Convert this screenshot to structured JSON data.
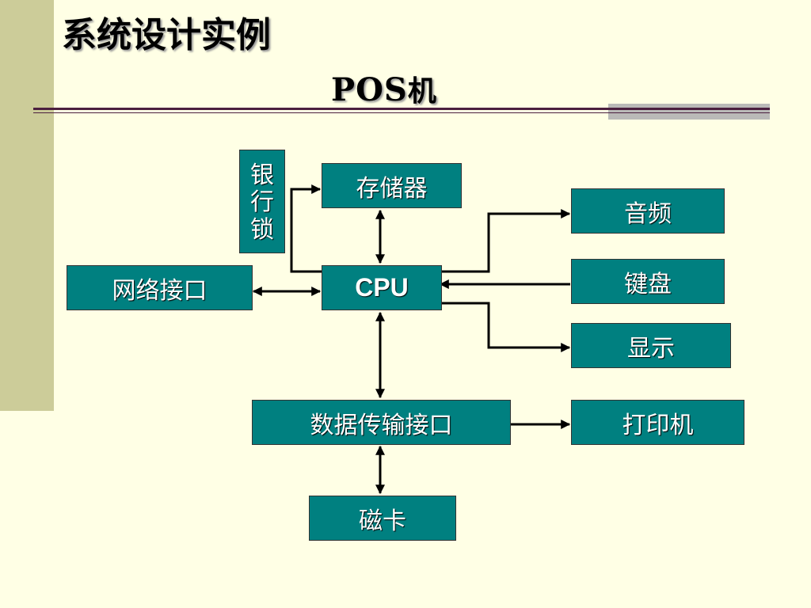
{
  "slide": {
    "title": "系统设计实例",
    "subtitle_prefix": "POS",
    "subtitle_suffix": "机"
  },
  "diagram": {
    "nodes": {
      "bank_lock": {
        "label": "银行锁",
        "chars": [
          "银",
          "行",
          "锁"
        ]
      },
      "memory": {
        "label": "存储器"
      },
      "audio": {
        "label": "音频"
      },
      "network": {
        "label": "网络接口"
      },
      "cpu": {
        "label": "CPU"
      },
      "keyboard": {
        "label": "键盘"
      },
      "display": {
        "label": "显示"
      },
      "data_interface": {
        "label": "数据传输接口"
      },
      "printer": {
        "label": "打印机"
      },
      "magcard": {
        "label": "磁卡"
      }
    },
    "colors": {
      "box_fill": "#008080",
      "box_text": "#FFFFFF",
      "background": "#FFFFE5",
      "side_bar": "#CCCC99",
      "rule": "#4B1F3F"
    }
  }
}
